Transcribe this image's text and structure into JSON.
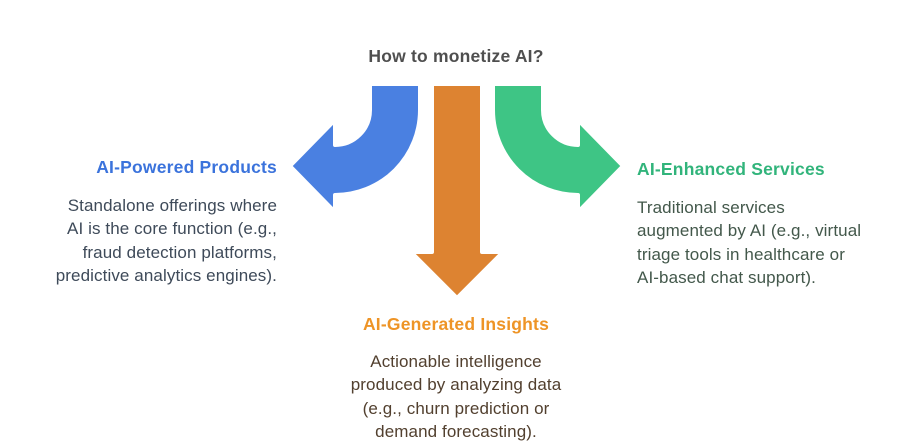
{
  "title": "How to monetize AI?",
  "colors": {
    "title_text": "#4f4f4f",
    "blue_arrow": "#4a80e1",
    "orange_arrow": "#dd8331",
    "green_arrow": "#3ec585",
    "arrow_outline": "#ffffff",
    "blue_heading": "#3b73dc",
    "orange_heading": "#ee9426",
    "green_heading": "#31b47b",
    "left_body_text": "#3e4a59",
    "right_body_text": "#43584b",
    "down_body_text": "#52402f"
  },
  "branches": {
    "left": {
      "heading": "AI-Powered Products",
      "body_lines": [
        "Standalone offerings where",
        "AI is the core function (e.g.,",
        "fraud detection platforms,",
        "predictive analytics engines)."
      ]
    },
    "down": {
      "heading": "AI-Generated Insights",
      "body_lines": [
        "Actionable intelligence",
        "produced by analyzing data",
        "(e.g., churn prediction or",
        "demand forecasting)."
      ]
    },
    "right": {
      "heading": "AI-Enhanced Services",
      "body_lines": [
        "Traditional services",
        "augmented by AI (e.g., virtual",
        "triage tools in healthcare or",
        "AI-based chat support)."
      ]
    }
  }
}
